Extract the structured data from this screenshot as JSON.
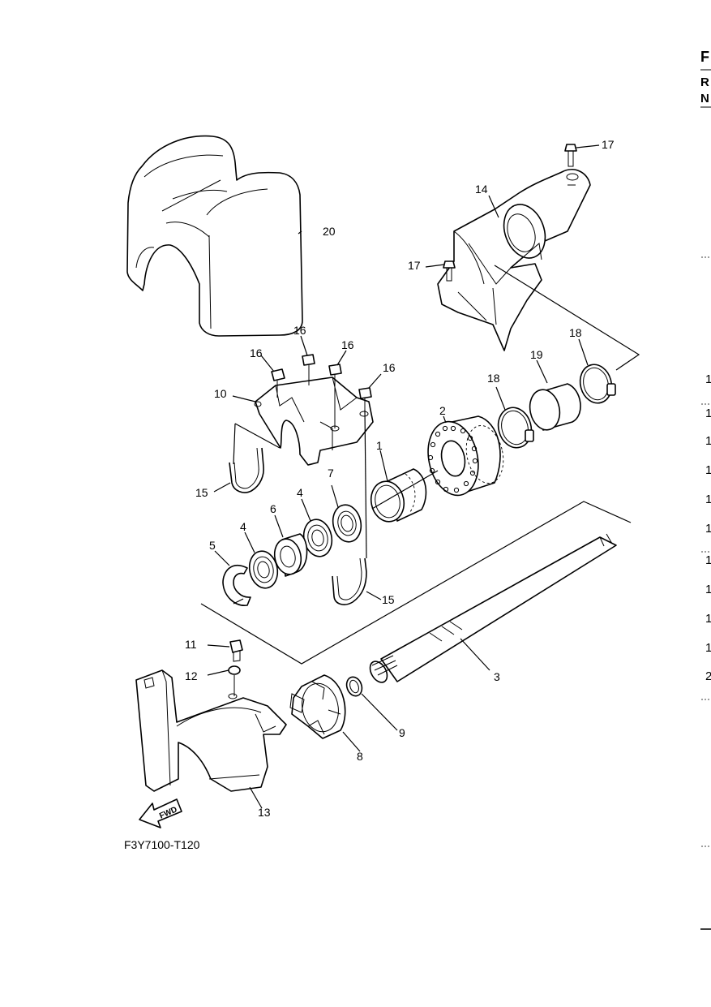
{
  "figure_code": "F3Y7100-T120",
  "fwd_label": "FWD",
  "callouts": {
    "c1": "1",
    "c2": "2",
    "c3": "3",
    "c4a": "4",
    "c4b": "4",
    "c5": "5",
    "c6": "6",
    "c7": "7",
    "c8": "8",
    "c9": "9",
    "c10": "10",
    "c11": "11",
    "c12": "12",
    "c13": "13",
    "c14": "14",
    "c15a": "15",
    "c15b": "15",
    "c16a": "16",
    "c16b": "16",
    "c16c": "16",
    "c16d": "16",
    "c17a": "17",
    "c17b": "17",
    "c18a": "18",
    "c18b": "18",
    "c19": "19",
    "c20": "20"
  },
  "right_edge": {
    "header": [
      "F",
      "R",
      "N"
    ],
    "numbers": [
      "1",
      "1",
      "1",
      "1",
      "1",
      "1",
      "1",
      "1",
      "1",
      "1",
      "2"
    ]
  }
}
